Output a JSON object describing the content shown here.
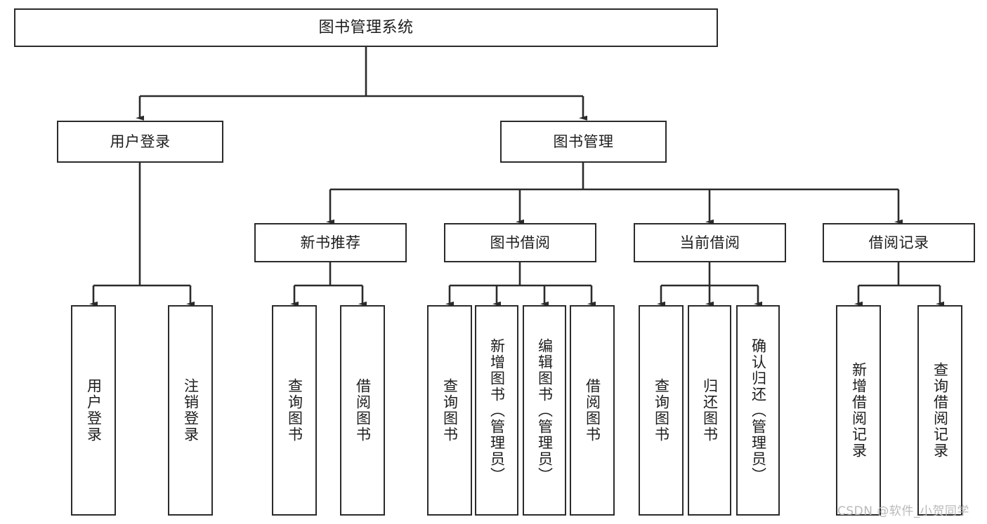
{
  "diagram": {
    "type": "tree-hierarchy-flowchart",
    "title": "图书管理系统",
    "stroke_color": "#2b2b2b",
    "text_color": "#1d1d1d",
    "background_color": "#ffffff",
    "root": {
      "label": "图书管理系统"
    },
    "level2": [
      {
        "label": "用户登录"
      },
      {
        "label": "图书管理"
      }
    ],
    "level3": [
      {
        "label": "新书推荐"
      },
      {
        "label": "图书借阅"
      },
      {
        "label": "当前借阅"
      },
      {
        "label": "借阅记录"
      }
    ],
    "leaves": {
      "user_login": [
        {
          "label": "用户登录"
        },
        {
          "label": "注销登录"
        }
      ],
      "new_book_recommend": [
        {
          "label": "查询图书"
        },
        {
          "label": "借阅图书"
        }
      ],
      "book_borrow": [
        {
          "label": "查询图书"
        },
        {
          "label": "新增图书（管理员）"
        },
        {
          "label": "编辑图书（管理员）"
        },
        {
          "label": "借阅图书"
        }
      ],
      "current_borrow": [
        {
          "label": "查询图书"
        },
        {
          "label": "归还图书"
        },
        {
          "label": "确认归还（管理员）"
        }
      ],
      "borrow_record": [
        {
          "label": "新增借阅记录"
        },
        {
          "label": "查询借阅记录"
        }
      ]
    },
    "watermark": "CSDN @软件_小贺同学"
  }
}
